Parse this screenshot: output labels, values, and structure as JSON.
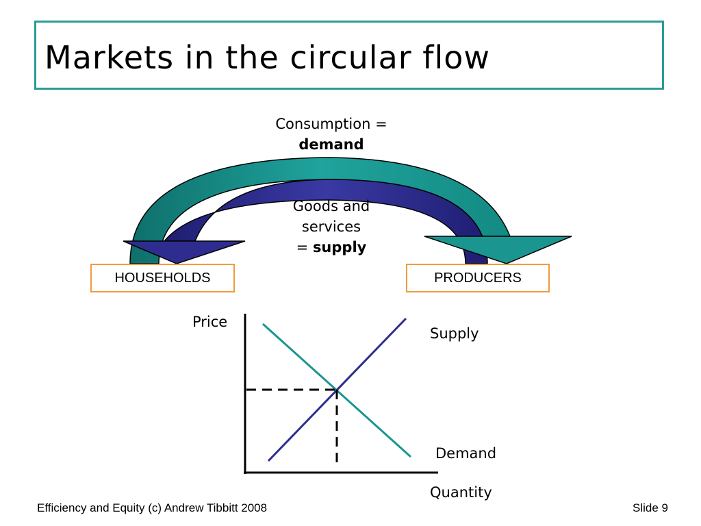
{
  "title": "Markets in the circular flow",
  "circular_flow": {
    "top_label_line1": "Consumption =",
    "top_label_bold": "demand",
    "inner_label_line1": "Goods and",
    "inner_label_line2": "services",
    "inner_label_prefix": "= ",
    "inner_label_bold": "supply",
    "households": "HOUSEHOLDS",
    "producers": "PRODUCERS"
  },
  "graph": {
    "y_label": "Price",
    "x_label": "Quantity",
    "supply_label": "Supply",
    "demand_label": "Demand"
  },
  "colors": {
    "teal": "#1a958f",
    "navy": "#2e2d8f",
    "orange": "#f29a3d",
    "title_border": "#2a9b99"
  },
  "footer": {
    "left": "Efficiency and Equity (c) Andrew Tibbitt 2008",
    "right": "Slide 9"
  }
}
